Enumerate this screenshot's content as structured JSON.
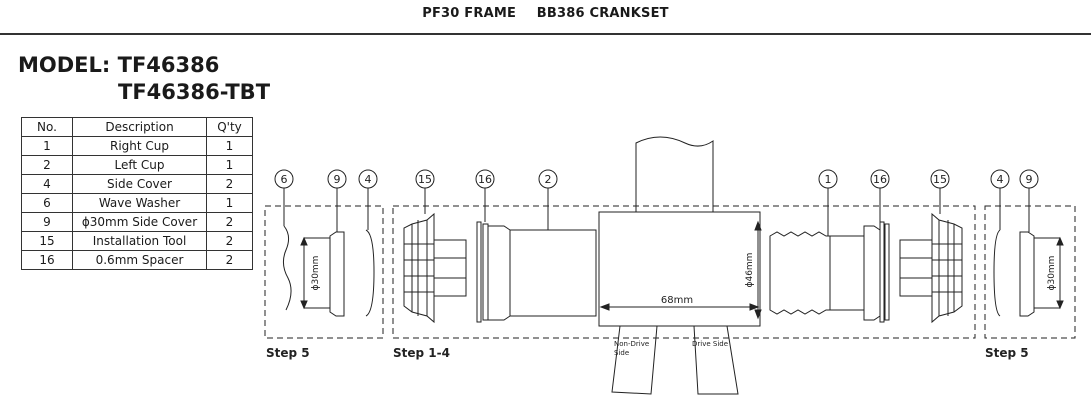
{
  "header": {
    "frame": "PF30 FRAME",
    "crankset": "BB386 CRANKSET"
  },
  "model": {
    "label": "MODEL:",
    "line1": "TF46386",
    "line2": "TF46386-TBT"
  },
  "parts_table": {
    "headers": [
      "No.",
      "Description",
      "Q'ty"
    ],
    "rows": [
      [
        "1",
        "Right Cup",
        "1"
      ],
      [
        "2",
        "Left Cup",
        "1"
      ],
      [
        "4",
        "Side Cover",
        "2"
      ],
      [
        "6",
        "Wave Washer",
        "1"
      ],
      [
        "9",
        "ϕ30mm Side Cover",
        "2"
      ],
      [
        "15",
        "Installation Tool",
        "2"
      ],
      [
        "16",
        "0.6mm Spacer",
        "2"
      ]
    ]
  },
  "callouts": [
    "6",
    "9",
    "4",
    "15",
    "16",
    "2",
    "1",
    "16",
    "15",
    "4",
    "9"
  ],
  "steps": {
    "left": "Step 5",
    "middle": "Step 1-4",
    "right": "Step 5"
  },
  "dimensions": {
    "d30_left": "ϕ30mm",
    "d46": "ϕ46mm",
    "width": "68mm",
    "d30_right": "ϕ30mm"
  },
  "sides": {
    "non_drive": [
      "Non-Drive",
      "Side"
    ],
    "drive": "Drive Side"
  },
  "colors": {
    "line": "#222222"
  }
}
